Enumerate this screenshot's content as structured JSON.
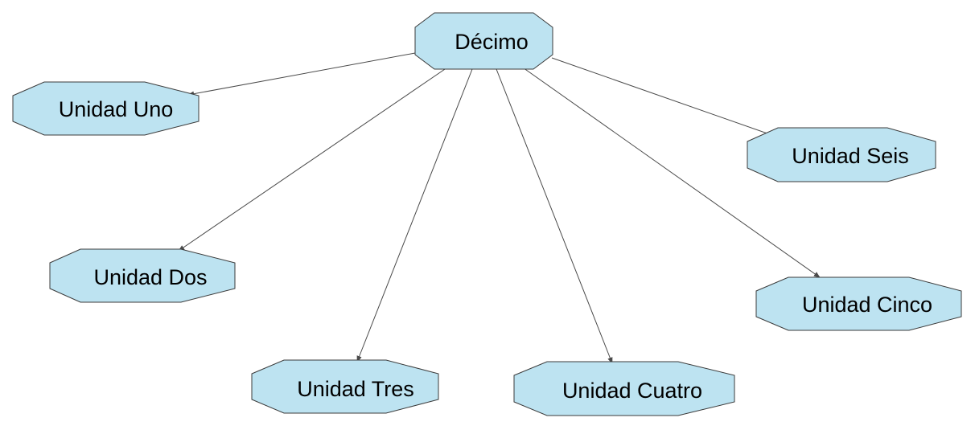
{
  "diagram": {
    "root": {
      "id": "decimo",
      "label": "Décimo"
    },
    "children": [
      {
        "id": "unidad-uno",
        "label": "Unidad Uno"
      },
      {
        "id": "unidad-dos",
        "label": "Unidad Dos"
      },
      {
        "id": "unidad-tres",
        "label": "Unidad Tres"
      },
      {
        "id": "unidad-cuatro",
        "label": "Unidad Cuatro"
      },
      {
        "id": "unidad-cinco",
        "label": "Unidad Cinco"
      },
      {
        "id": "unidad-seis",
        "label": "Unidad Seis"
      }
    ],
    "colors": {
      "node_fill": "#bde3f1",
      "node_stroke": "#3b3b3b",
      "edge": "#4a4a4a"
    }
  }
}
